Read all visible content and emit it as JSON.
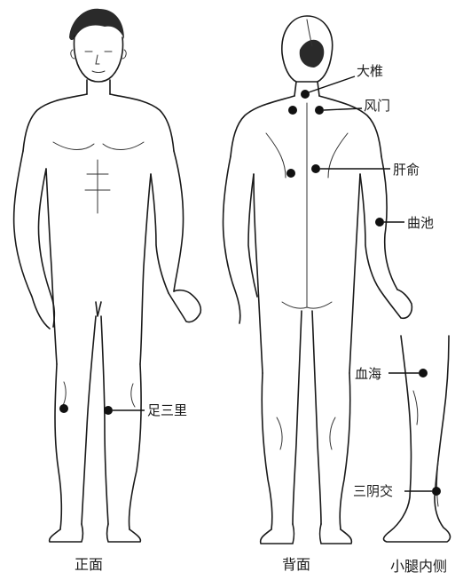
{
  "labels": {
    "dazhui": "大椎",
    "fengmen": "风门",
    "ganshu": "肝俞",
    "quchi": "曲池",
    "zusanli": "足三里",
    "xuehai": "血海",
    "sanyinjiao": "三阴交"
  },
  "captions": {
    "front": "正面",
    "back": "背面",
    "leg": "小腿内侧"
  }
}
